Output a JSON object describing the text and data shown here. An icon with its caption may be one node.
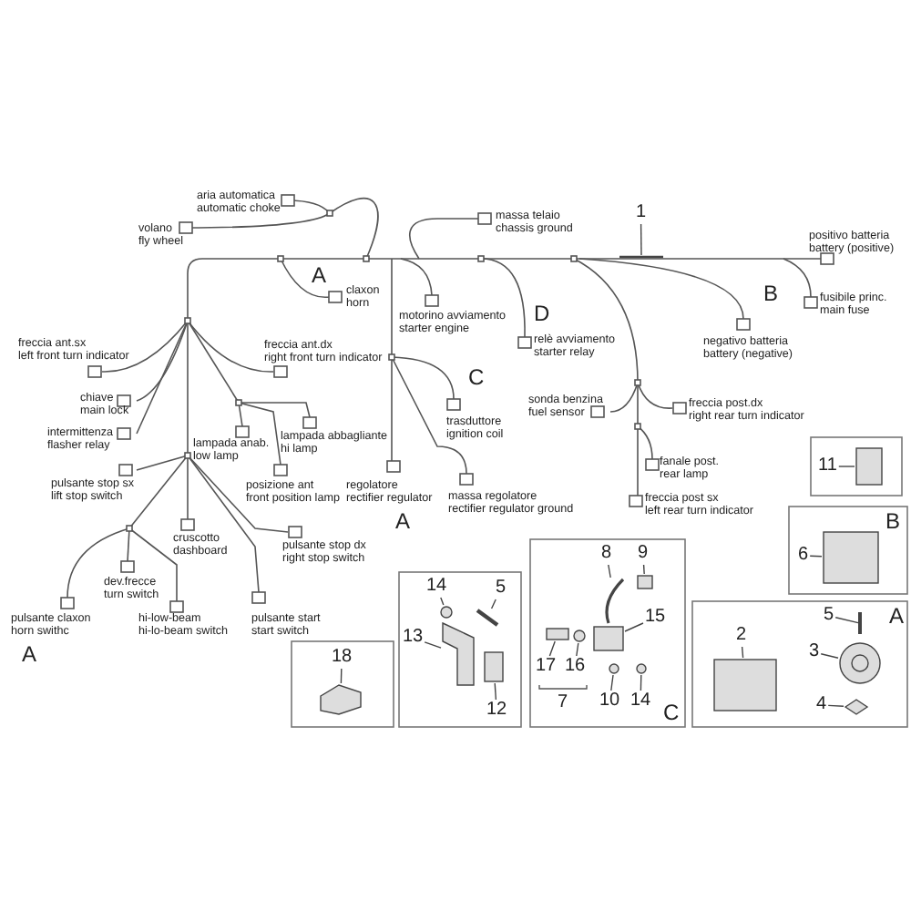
{
  "diagram": {
    "nodes": [
      {
        "text": [
          "1"
        ]
      },
      {
        "text": [
          "11"
        ]
      },
      {
        "text": [
          "6"
        ]
      },
      {
        "text": [
          "14"
        ]
      },
      {
        "text": [
          "5"
        ]
      },
      {
        "text": [
          "13"
        ]
      },
      {
        "text": [
          "12"
        ]
      },
      {
        "text": [
          "18"
        ]
      },
      {
        "text": [
          "8"
        ]
      },
      {
        "text": [
          "9"
        ]
      },
      {
        "text": [
          "15"
        ]
      },
      {
        "text": [
          "17"
        ]
      },
      {
        "text": [
          "16"
        ]
      },
      {
        "text": [
          "10"
        ]
      },
      {
        "text": [
          "14"
        ]
      },
      {
        "text": [
          "2"
        ]
      },
      {
        "text": [
          "5"
        ]
      },
      {
        "text": [
          "3"
        ]
      },
      {
        "text": [
          "4"
        ]
      },
      {
        "text": [],
        "shape": "picture"
      },
      {
        "text": [],
        "shape": "box"
      },
      {
        "text": [],
        "shape": "box"
      },
      {
        "text": [],
        "shape": "circle"
      },
      {
        "text": [],
        "shape": "picture"
      },
      {
        "text": [],
        "shape": "picture"
      },
      {
        "text": [],
        "shape": "box"
      },
      {
        "text": [],
        "shape": "picture"
      },
      {
        "text": [],
        "shape": "picture"
      },
      {
        "text": [],
        "shape": "box"
      },
      {
        "text": [],
        "shape": "box"
      },
      {
        "text": [],
        "shape": "box"
      },
      {
        "text": [],
        "shape": "circle"
      },
      {
        "text": [],
        "shape": "circle"
      },
      {
        "text": [],
        "shape": "circle"
      },
      {
        "text": [],
        "shape": "box"
      },
      {
        "text": [],
        "shape": "picture"
      },
      {
        "text": [],
        "shape": "picture"
      },
      {
        "text": [],
        "shape": "diamond"
      }
    ],
    "edges": [
      {
        "from": 0,
        "to": 19,
        "arrow": "none"
      },
      {
        "from": 1,
        "to": 20,
        "arrow": "none"
      },
      {
        "from": 2,
        "to": 21,
        "arrow": "none"
      },
      {
        "from": 3,
        "to": 22,
        "arrow": "none"
      },
      {
        "from": 4,
        "to": 23,
        "arrow": "none"
      },
      {
        "from": 5,
        "to": 24,
        "arrow": "none"
      },
      {
        "from": 6,
        "to": 25,
        "arrow": "none"
      },
      {
        "from": 7,
        "to": 26,
        "arrow": "none"
      },
      {
        "from": 8,
        "to": 27,
        "arrow": "none"
      },
      {
        "from": 9,
        "to": 28,
        "arrow": "none"
      },
      {
        "from": 10,
        "to": 29,
        "arrow": "none"
      },
      {
        "from": 11,
        "to": 30,
        "arrow": "none"
      },
      {
        "from": 12,
        "to": 31,
        "arrow": "none"
      },
      {
        "from": 13,
        "to": 32,
        "arrow": "none"
      },
      {
        "from": 14,
        "to": 33,
        "arrow": "none"
      },
      {
        "from": 15,
        "to": 34,
        "arrow": "none"
      },
      {
        "from": 16,
        "to": 35,
        "arrow": "none"
      },
      {
        "from": 17,
        "to": 36,
        "arrow": "none"
      },
      {
        "from": 18,
        "to": 37,
        "arrow": "none"
      }
    ],
    "labels": [
      "aria automatica",
      "automatic choke",
      "massa telaio",
      "volano",
      "chassis ground",
      "positivo batteria",
      "fly wheel",
      "battery (positive)",
      "A",
      "claxon",
      "B",
      "fusibile princ.",
      "horn",
      "D",
      "main fuse",
      "motorino avviamento",
      "starter engine",
      "freccia ant.sx",
      "freccia ant.dx",
      "relè avviamento",
      "negativo batteria",
      "left front turn indicator",
      "right front turn indicator",
      "starter relay",
      "battery (negative)",
      "C",
      "chiave",
      "sonda benzina",
      "freccia post.dx",
      "main lock",
      "fuel sensor",
      "right rear turn indicator",
      "trasduttore",
      "intermittenza",
      "lampada abbagliante",
      "ignition coil",
      "flasher relay",
      "lampada anab.",
      "hi lamp",
      "low lamp",
      "fanale post.",
      "rear lamp",
      "pulsante stop sx",
      "posizione ant",
      "regolatore",
      "lift stop switch",
      "front position lamp",
      "rectifier regulator",
      "massa regolatore",
      "freccia post sx",
      "rectifier regulator ground",
      "left rear turn indicator",
      "A",
      "B",
      "cruscotto",
      "pulsante stop dx",
      "dashboard",
      "right stop switch",
      "dev.frecce",
      "turn switch",
      "pulsante claxon",
      "hi-low-beam",
      "pulsante start",
      "A",
      "horn swithc",
      "hi-lo-beam switch",
      "start switch",
      "A",
      "7",
      "C"
    ]
  }
}
